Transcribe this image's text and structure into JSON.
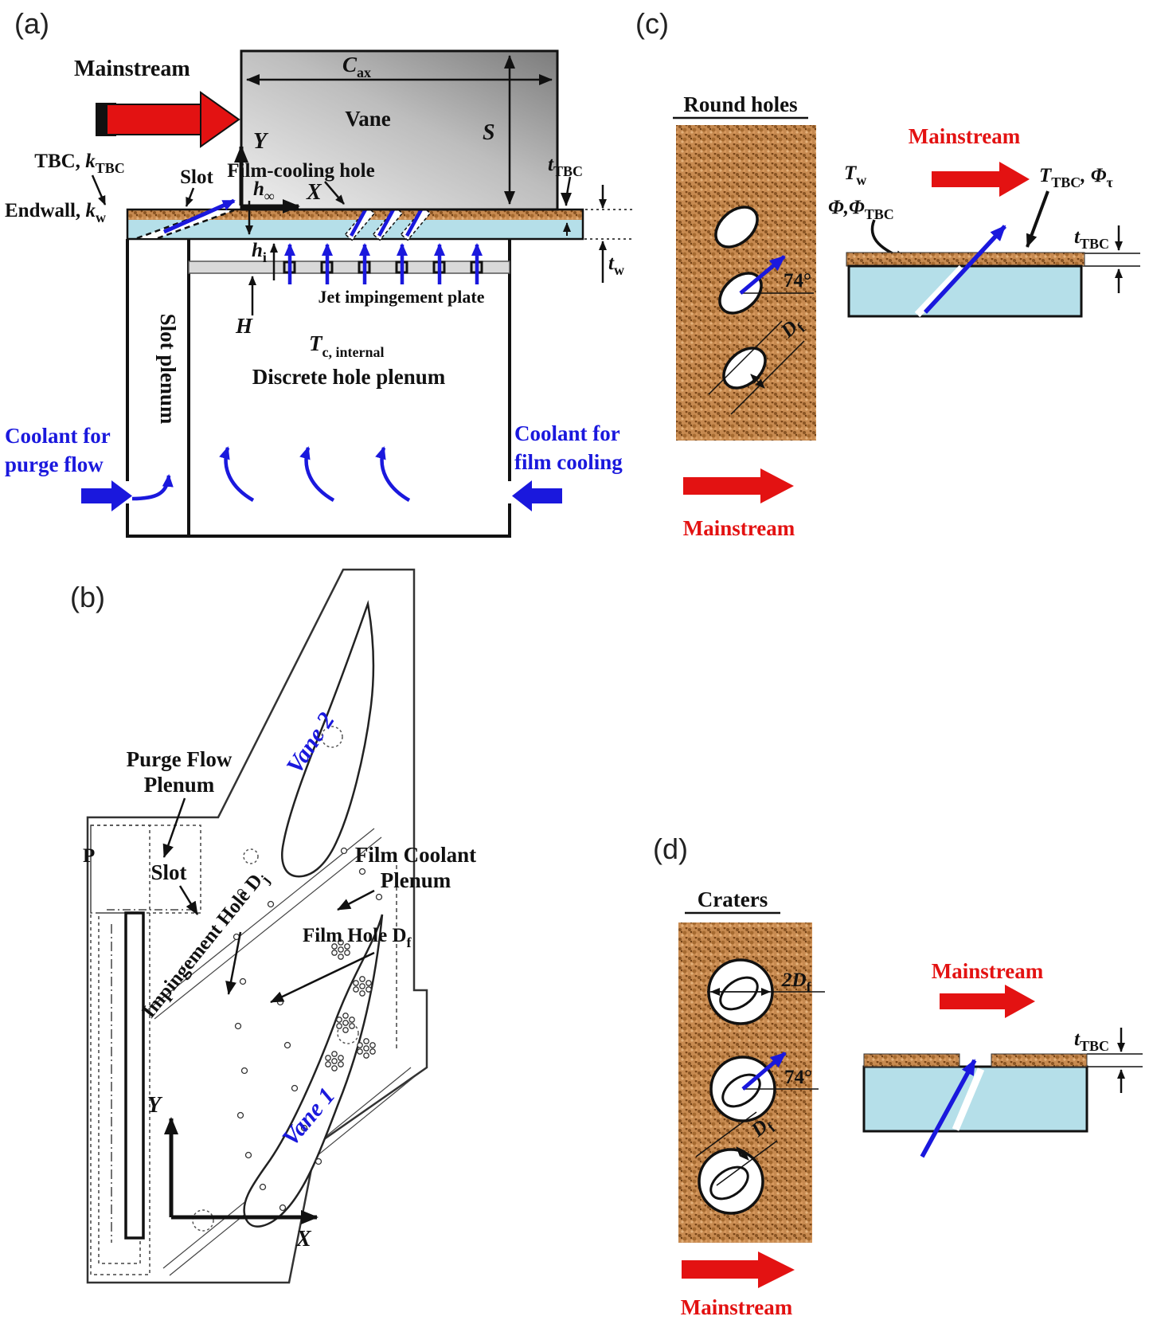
{
  "colors": {
    "mainstream_red": "#e31212",
    "coolant_blue": "#1a18dd",
    "endwall_cyan": "#b5dfe9",
    "tbc_brown": "#c78a50",
    "vane_gray_dark": "#7f7f7f",
    "vane_gray_light": "#ededed"
  },
  "panels": {
    "a": {
      "tag": "(a)",
      "labels": {
        "mainstream": "Mainstream",
        "c_ax": {
          "main": "C",
          "sub": "ax"
        },
        "vane": "Vane",
        "s": "S",
        "film_cooling_hole": "Film-cooling hole",
        "y": "Y",
        "x": "X",
        "h_inf": {
          "main": "h",
          "sub": "∞"
        },
        "h_i": {
          "main": "h",
          "sub": "i"
        },
        "tbc_k": {
          "pre": "TBC, ",
          "main": "k",
          "sub": "TBC"
        },
        "slot": "Slot",
        "endwall_k": {
          "pre": "Endwall, ",
          "main": "k",
          "sub": "w"
        },
        "t_tbc": {
          "main": "t",
          "sub": "TBC"
        },
        "t_w": {
          "main": "t",
          "sub": "w"
        },
        "jet_plate": "Jet impingement plate",
        "h": "H",
        "t_c_internal": {
          "main": "T",
          "sub": "c, internal"
        },
        "discrete_plenum": "Discrete hole plenum",
        "slot_plenum": "Slot plenum",
        "coolant_purge": [
          "Coolant for",
          "purge flow"
        ],
        "coolant_film": [
          "Coolant for",
          "film cooling"
        ]
      }
    },
    "b": {
      "tag": "(b)",
      "labels": {
        "purge_plenum": [
          "Purge Flow",
          "Plenum"
        ],
        "p": "P",
        "slot": "Slot",
        "vane2": "Vane 2",
        "vane1": "Vane 1",
        "film_coolant": [
          "Film Coolant",
          "Plenum"
        ],
        "impingement_hole": {
          "main": "Impingement Hole D",
          "sub": "j"
        },
        "film_hole": {
          "main": "Film Hole D",
          "sub": "f"
        },
        "y": "Y",
        "x": "X"
      }
    },
    "c": {
      "tag": "(c)",
      "labels": {
        "round_holes": "Round holes",
        "mainstream": "Mainstream",
        "t_w": {
          "main": "T",
          "sub": "w"
        },
        "phi": {
          "main": "Φ,Φ",
          "sub": "TBC"
        },
        "t_tbc_phi": {
          "t": "T",
          "t_sub": "TBC",
          "phi": ", Φ",
          "phi_sub": "τ"
        },
        "t_tbc": {
          "main": "t",
          "sub": "TBC"
        },
        "angle": "74°",
        "d_f": {
          "main": "D",
          "sub": "f"
        }
      }
    },
    "d": {
      "tag": "(d)",
      "labels": {
        "craters": "Craters",
        "mainstream": "Mainstream",
        "two_d_f": {
          "main": "2D",
          "sub": "f"
        },
        "angle": "74°",
        "d_f": {
          "main": "D",
          "sub": "f"
        },
        "t_tbc": {
          "main": "t",
          "sub": "TBC"
        }
      }
    }
  }
}
